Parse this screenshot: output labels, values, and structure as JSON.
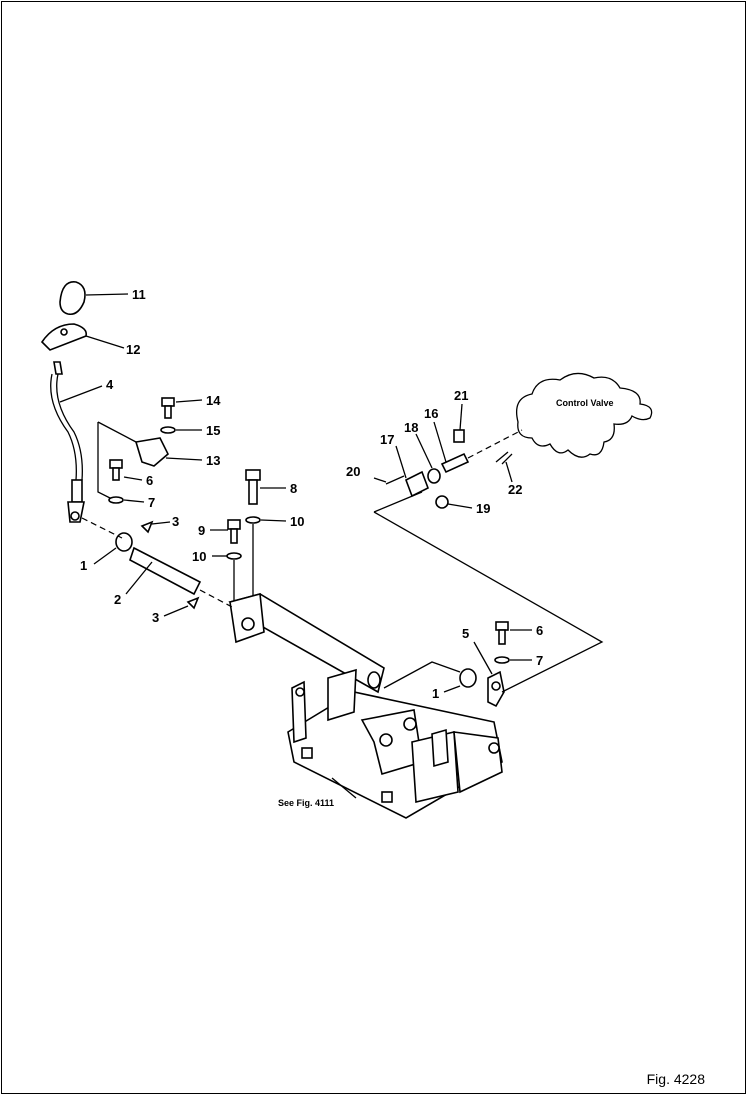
{
  "figure": {
    "number": "Fig. 4228"
  },
  "notes": {
    "control_valve": "Control Valve",
    "see_fig": "See Fig. 4111"
  },
  "labels": {
    "l1a": "1",
    "l1b": "1",
    "l2": "2",
    "l3a": "3",
    "l3b": "3",
    "l4": "4",
    "l5": "5",
    "l6a": "6",
    "l6b": "6",
    "l7a": "7",
    "l7b": "7",
    "l8": "8",
    "l9": "9",
    "l10a": "10",
    "l10b": "10",
    "l11": "11",
    "l12": "12",
    "l13": "13",
    "l14": "14",
    "l15": "15",
    "l16": "16",
    "l17": "17",
    "l18": "18",
    "l19": "19",
    "l20": "20",
    "l21": "21",
    "l22": "22"
  }
}
